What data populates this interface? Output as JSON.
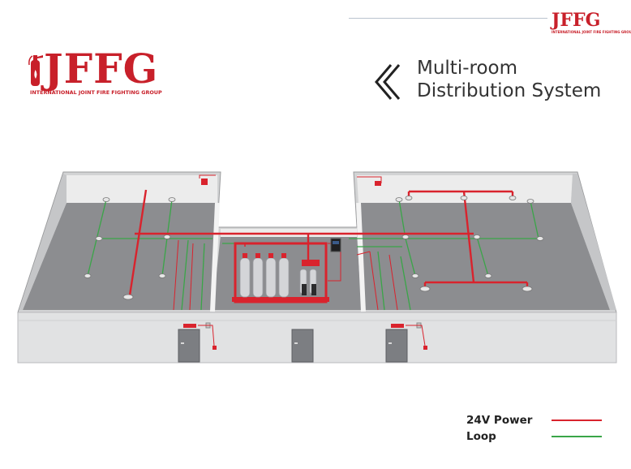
{
  "header": {
    "brand": "JFFG",
    "brand_subtitle": "INTERNATIONAL JOINT FIRE FIGHTING GROUP",
    "title_line1": "Multi-room",
    "title_line2": "Distribution System"
  },
  "legend": {
    "items": [
      {
        "label": "24V Power",
        "color": "#d9232d"
      },
      {
        "label": "Loop",
        "color": "#3aa548"
      }
    ]
  },
  "colors": {
    "accent": "#c8202a",
    "power_line": "#d9232d",
    "loop_line": "#3aa548",
    "floor": "#8c8d90",
    "wall": "#e1e2e3"
  },
  "icons": [
    "back-chevron-icon",
    "fire-extinguisher-icon"
  ]
}
